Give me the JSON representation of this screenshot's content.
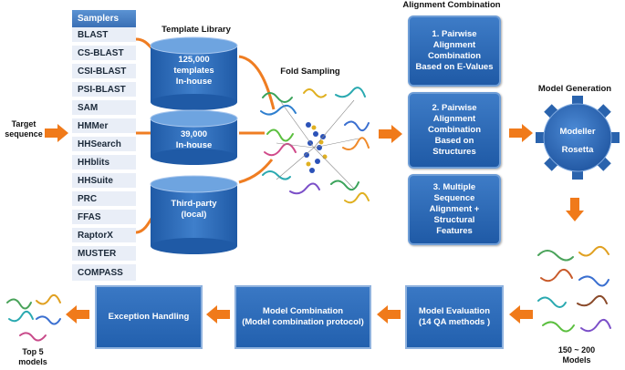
{
  "target_label": "Target\nsequence",
  "samplers": {
    "header": "Samplers",
    "items": [
      "BLAST",
      "CS-BLAST",
      "CSI-BLAST",
      "PSI-BLAST",
      "SAM",
      "HMMer",
      "HHSearch",
      "HHblits",
      "HHSuite",
      "PRC",
      "FFAS",
      "RaptorX",
      "MUSTER",
      "COMPASS"
    ]
  },
  "template_library": {
    "title": "Template Library",
    "databases": [
      "125,000\ntemplates\nIn-house",
      "39,000\nIn-house",
      "Third-party\n(local)"
    ]
  },
  "fold_sampling": {
    "title": "Fold Sampling"
  },
  "alignment_combination": {
    "title": "Alignment Combination",
    "methods": [
      "1. Pairwise\nAlignment\nCombination\nBased on E-Values",
      "2. Pairwise\nAlignment\nCombination\nBased on\nStructures",
      "3. Multiple\nSequence\nAlignment +\nStructural\nFeatures"
    ]
  },
  "model_generation": {
    "title": "Model Generation",
    "tools": [
      "Modeller",
      "Rosetta"
    ]
  },
  "models_label": "150 ~ 200\nModels",
  "model_evaluation": "Model Evaluation\n(14 QA methods )",
  "model_combination": "Model Combination\n(Model combination protocol)",
  "exception_handling": "Exception Handling",
  "top_label": "Top 5\nmodels",
  "colors": {
    "box_blue": "#2a66b2",
    "arrow_orange": "#f07a1a",
    "line_orange": "#ef7d22"
  }
}
